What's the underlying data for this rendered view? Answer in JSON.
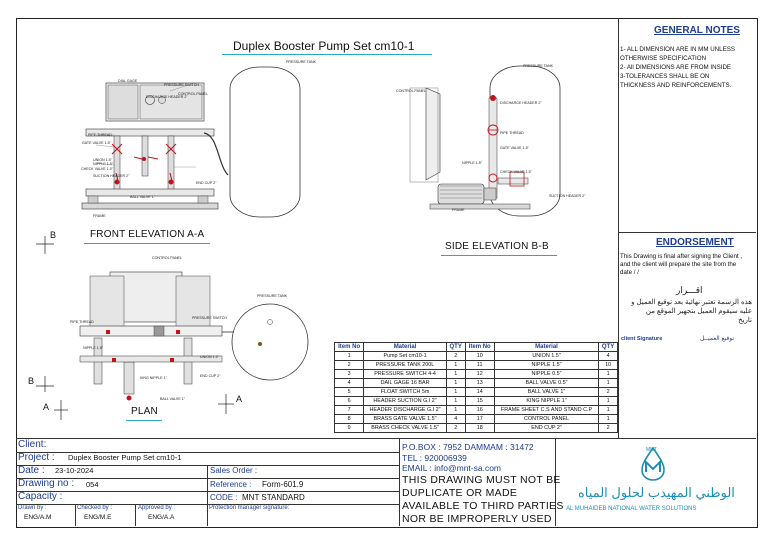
{
  "drawing_title": "Duplex Booster  Pump  Set cm10-1",
  "views": {
    "front": "FRONT ELEVATION A-A",
    "side": "SIDE ELEVATION B-B",
    "plan": "PLAN"
  },
  "section_marks": {
    "a": "A",
    "b": "B"
  },
  "front_labels": {
    "pressure_tank": "PRESSURE TANK",
    "dial_gage": "DIAL GAGE",
    "pressure_switch": "PRESSURE SWITCH",
    "control_panel": "CONTROL PANEL",
    "discharge_header": "DISCHARGE HEADER 2\"",
    "pipe_thread": "PIPE THREAD",
    "gate_valve": "GATE VALVE 1.5\"",
    "union": "UNION 1.5\"",
    "nipple": "NIPPLE 1.5\"",
    "check_valve": "CHECK VALVE 1.5\"",
    "suction_header": "SUCTION HEADER 2\"",
    "ball_valve": "BALL VALVE 1\"",
    "end_cup": "END CUP 2\"",
    "frame": "FRAME"
  },
  "side_labels": {
    "pressure_tank": "PRESSURE TANK",
    "control_panel": "CONTROL PANEL",
    "discharge_header": "DISCHARGE HEADER 2\"",
    "pipe_thread": "PIPE THREAD",
    "gate_valve": "GATE VALVE 1.5\"",
    "nipple": "NIPPLE 1.5\"",
    "check_valve": "CHECK VALVE 1.5\"",
    "suction_header": "SUCTION HEADER 2\"",
    "frame": "FRAME"
  },
  "plan_labels": {
    "control_panel": "CONTROL PANEL",
    "pressure_tank": "PRESSURE TANK",
    "pressure_switch": "PRESSURE SWITCH",
    "pipe_thread": "PIPE THREAD",
    "nipple": "NIPPLE 1.5\"",
    "union": "UNION 1.5\"",
    "end_cup": "END CUP 2\"",
    "ball_valve": "BALL VALVE 1\"",
    "king_nipple": "KING NIPPLE 1\""
  },
  "general_notes": {
    "title": "GENERAL NOTES",
    "lines": [
      "1- ALL DIMENSION ARE IN MM UNLESS",
      "OTHERWISE SPECIFICATION",
      "2- All DIMENSIONS  ARE FROM INSIDE",
      "3-TOLERANCES SHALL BE ON",
      "THICKNESS AND REINFORCEMENTS."
    ]
  },
  "endorsement": {
    "title": "ENDORSEMENT",
    "lines": [
      "This Drawing is final after signing the Client ,",
      "and the client will prepare the site from the",
      "date    /    /"
    ],
    "arabic_title": "اقـــرار",
    "arabic_lines": [
      "هذه الرسمة تعتبر نهائية بعد توقيع العميل و",
      "عليه سيقوم العميل بتجهيز الموقع من",
      "تاريخ"
    ],
    "client_signature": "client Signature",
    "client_signature_ar": "توقيع العميــل"
  },
  "materials": {
    "headers": [
      "Item No",
      "Material",
      "QTY",
      "Item No",
      "Material",
      "QTY"
    ],
    "rows": [
      [
        "1",
        "Pump  Set cm10-1",
        "2",
        "10",
        "UNION 1.5\"",
        "4"
      ],
      [
        "2",
        "PRESSURE TANK 200L",
        "1",
        "11",
        "NIPPLE 1.5\"",
        "10"
      ],
      [
        "3",
        "PRESSURE SWITCH 4-4",
        "1",
        "12",
        "NIPPLE 0.5\"",
        "1"
      ],
      [
        "4",
        "DAIL GAGE 16 BAR",
        "1",
        "13",
        "BALL VALVE 0.5\"",
        "1"
      ],
      [
        "5",
        "FLOAT SWITCH 5m",
        "1",
        "14",
        "BALL VALVE 1\"",
        "2"
      ],
      [
        "6",
        "HEADER SUCTION G.I 2\"",
        "1",
        "15",
        "KING NIPPLE 1\"",
        "1"
      ],
      [
        "7",
        "HEADER DISCHARGE G.I 2\"",
        "1",
        "16",
        "FRAME SHEET C.S AND STAND C.P",
        "1"
      ],
      [
        "8",
        "BRASS GATE VALVE 1.5\"",
        "4",
        "17",
        "CONTROL PANEL",
        "1"
      ],
      [
        "9",
        "BRASS CHECK VALVE 1.5\"",
        "2",
        "18",
        "END CUP 2\"",
        "2"
      ]
    ]
  },
  "title_block": {
    "client_label": "Client:",
    "project_label": "Project :",
    "project_value": "Duplex Booster  Pump  Set cm10-1",
    "date_label": "Date  :",
    "date_value": "23-10-2024",
    "drawing_no_label": "Drawing no :",
    "drawing_no_value": "054",
    "capacity_label": "Capacity :",
    "sales_order_label": "Sales Order :",
    "reference_label": "Reference :",
    "reference_value": "Form-601.9",
    "code_label": "CODE :",
    "code_value": "MNT STANDARD",
    "drawn_by_label": "Drawn by :",
    "drawn_by_value": "ENG/A.M",
    "checked_by_label": "Checked by :",
    "checked_by_value": "ENG/M.E",
    "approved_by_label": "Approved by :",
    "approved_by_value": "ENG/A.A",
    "protection_label": "Protection manager signature:",
    "po_box": "P.O.BOX : 7952  DAMMAM : 31472",
    "tel": "TEL : 920006939",
    "email": "EMAIL : info@mnt-sa.com",
    "warning_lines": [
      "THIS DRAWING MUST NOT BE",
      "DUPLICATE OR MADE",
      "AVAILABLE TO THIRD PARTIES",
      "NOR BE IMPROPERLY USED"
    ]
  },
  "company": {
    "logo_text": "MNT",
    "arabic_name": "الوطني المهيدب لحلول المياه",
    "english_name": "AL MUHAIDEB NATIONAL WATER SOLUTIONS",
    "brand_color": "#1a8fb3"
  }
}
